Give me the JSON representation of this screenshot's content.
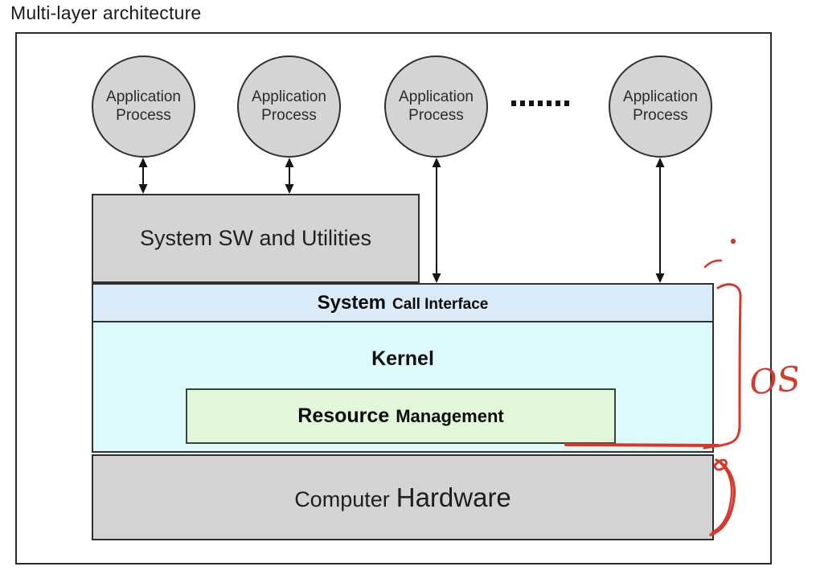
{
  "title": "Multi-layer architecture",
  "processes": {
    "items": [
      {
        "label": "Application Process"
      },
      {
        "label": "Application Process"
      },
      {
        "label": "Application Process"
      },
      {
        "label": "Application Process"
      }
    ],
    "ellipsis_dot_count": 7
  },
  "layers": {
    "system_sw": {
      "label": "System SW and Utilities"
    },
    "system_call_interface": {
      "primary": "System",
      "secondary": "Call Interface"
    },
    "kernel": {
      "label": "Kernel"
    },
    "resource_management": {
      "primary": "Resource",
      "secondary": "Management"
    },
    "hardware": {
      "primary": "Computer",
      "secondary": "Hardware"
    }
  },
  "annotations": {
    "os_label": "OS",
    "ink_color": "#d6382c"
  },
  "colors": {
    "process_fill": "#d4d4d4",
    "system_call_interface_fill": "#d9eaf9",
    "kernel_fill": "#dcfafb",
    "resource_management_fill": "#e2f7da",
    "hardware_fill": "#d4d4d4",
    "border": "#2f2f2f",
    "annotation_red": "#d6382c"
  }
}
